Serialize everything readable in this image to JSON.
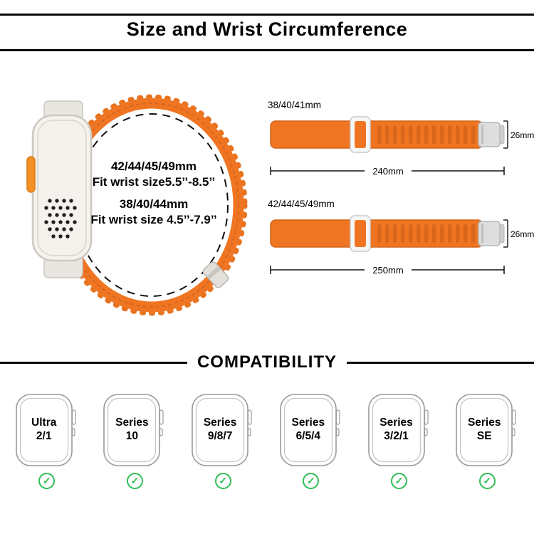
{
  "header": {
    "title": "Size and Wrist Circumference"
  },
  "size_info": {
    "group1_size": "42/44/45/49mm",
    "group1_fit": "Fit wrist size5.5’’-8.5’’",
    "group2_size": "38/40/44mm",
    "group2_fit": "Fit wrist size 4.5’’-7.9’’"
  },
  "bands": [
    {
      "size_label": "38/40/41mm",
      "width_label": "26mm",
      "length_label": "240mm"
    },
    {
      "size_label": "42/44/45/49mm",
      "width_label": "26mm",
      "length_label": "250mm"
    }
  ],
  "compatibility": {
    "title": "COMPATIBILITY",
    "models": [
      {
        "line1": "Ultra",
        "line2": "2/1"
      },
      {
        "line1": "Series",
        "line2": "10"
      },
      {
        "line1": "Series",
        "line2": "9/8/7"
      },
      {
        "line1": "Series",
        "line2": "6/5/4"
      },
      {
        "line1": "Series",
        "line2": "3/2/1"
      },
      {
        "line1": "Series",
        "line2": "SE"
      }
    ],
    "checkmark": "✓"
  },
  "colors": {
    "band_orange": "#EF7522",
    "band_orange_dark": "#D8661C",
    "check_green": "#2FBE54"
  }
}
